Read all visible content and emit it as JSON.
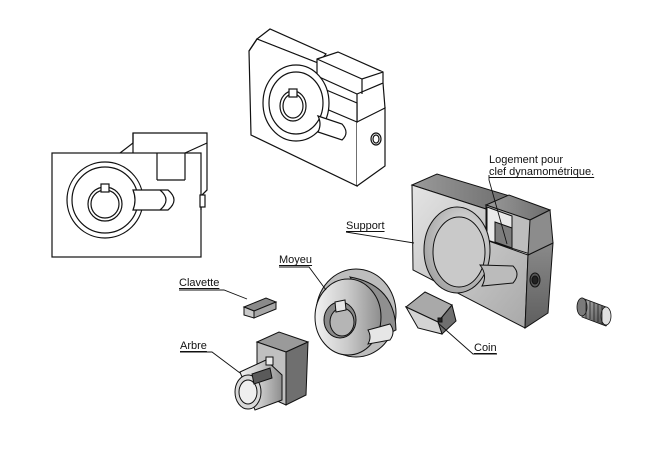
{
  "labels": {
    "logement_line1": "Logement pour",
    "logement_line2": "clef dynamométrique.",
    "support": "Support",
    "moyeu": "Moyeu",
    "clavette": "Clavette",
    "arbre": "Arbre",
    "coin": "Coin"
  },
  "colors": {
    "outline": "#111111",
    "shade_dark": "#6f6f6f",
    "shade_mid": "#a9a9a9",
    "shade_light": "#d6d6d6",
    "background": "#ffffff"
  }
}
